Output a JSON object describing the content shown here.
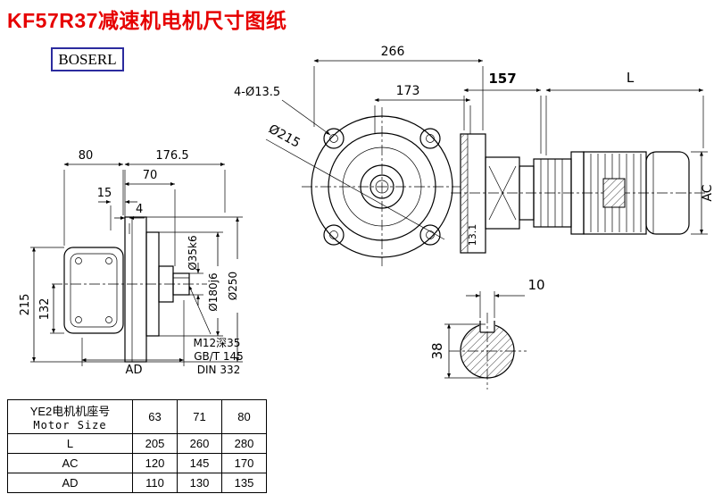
{
  "page": {
    "title": "KF57R37减速机电机尺寸图纸",
    "logo": "BOSERL"
  },
  "front_view": {
    "dim_266": "266",
    "dim_173": "173",
    "holes": "4-Ø13.5",
    "bolt_circle": "Ø215",
    "depth": "13.1"
  },
  "side_view": {
    "dim_80": "80",
    "dim_176_5": "176.5",
    "dim_70": "70",
    "dim_15": "15",
    "dim_4": "4",
    "dim_215": "215",
    "dim_132": "132",
    "dim_ad": "AD",
    "shaft_dia": "Ø35k6",
    "spigot_dia": "Ø180j6",
    "flange_dia": "Ø250",
    "tap_note1": "M12深35",
    "tap_note2": "GB/T 145",
    "tap_note3": "DIN 332"
  },
  "motor_view": {
    "dim_157": "157",
    "dim_L": "L",
    "dim_AC": "AC"
  },
  "shaft_section": {
    "key_width": "10",
    "shaft_dia": "38"
  },
  "table": {
    "row_header_line1": "YE2电机机座号",
    "row_header_line2": "Motor Size",
    "columns": [
      "63",
      "71",
      "80"
    ],
    "rows": [
      {
        "label": "L",
        "values": [
          "205",
          "260",
          "280"
        ]
      },
      {
        "label": "AC",
        "values": [
          "120",
          "145",
          "170"
        ]
      },
      {
        "label": "AD",
        "values": [
          "110",
          "130",
          "135"
        ]
      }
    ]
  }
}
